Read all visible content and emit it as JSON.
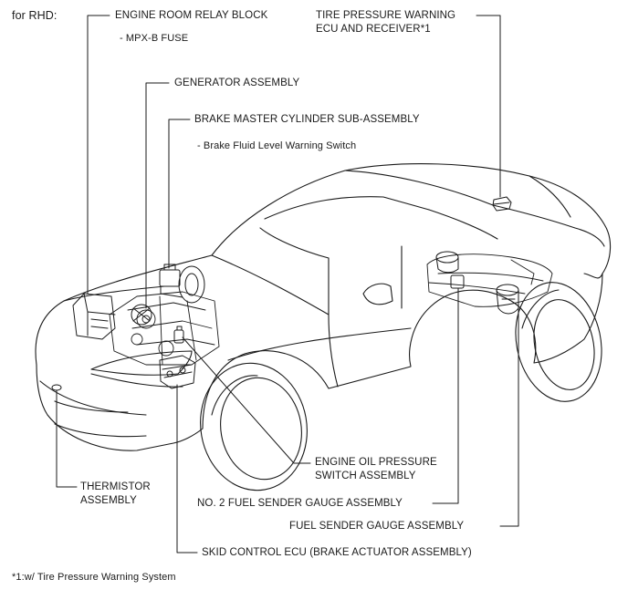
{
  "header": {
    "variant": "for RHD:"
  },
  "callouts": {
    "engine_room_relay_block": "ENGINE ROOM RELAY BLOCK",
    "mpx_b_fuse": "- MPX-B FUSE",
    "generator_assembly": "GENERATOR ASSEMBLY",
    "brake_master_cylinder": "BRAKE MASTER CYLINDER SUB-ASSEMBLY",
    "brake_fluid_level_switch": "- Brake Fluid Level Warning Switch",
    "tire_pressure_ecu_line1": "TIRE PRESSURE WARNING",
    "tire_pressure_ecu_line2": "ECU AND RECEIVER*1",
    "engine_oil_pressure_line1": "ENGINE OIL PRESSURE",
    "engine_oil_pressure_line2": "SWITCH ASSEMBLY",
    "thermistor_line1": "THERMISTOR",
    "thermistor_line2": "ASSEMBLY",
    "no2_fuel_sender": "NO. 2 FUEL SENDER GAUGE ASSEMBLY",
    "fuel_sender": "FUEL SENDER GAUGE ASSEMBLY",
    "skid_control_ecu": "SKID CONTROL ECU (BRAKE ACTUATOR ASSEMBLY)"
  },
  "footnote": "*1:w/ Tire Pressure Warning System"
}
